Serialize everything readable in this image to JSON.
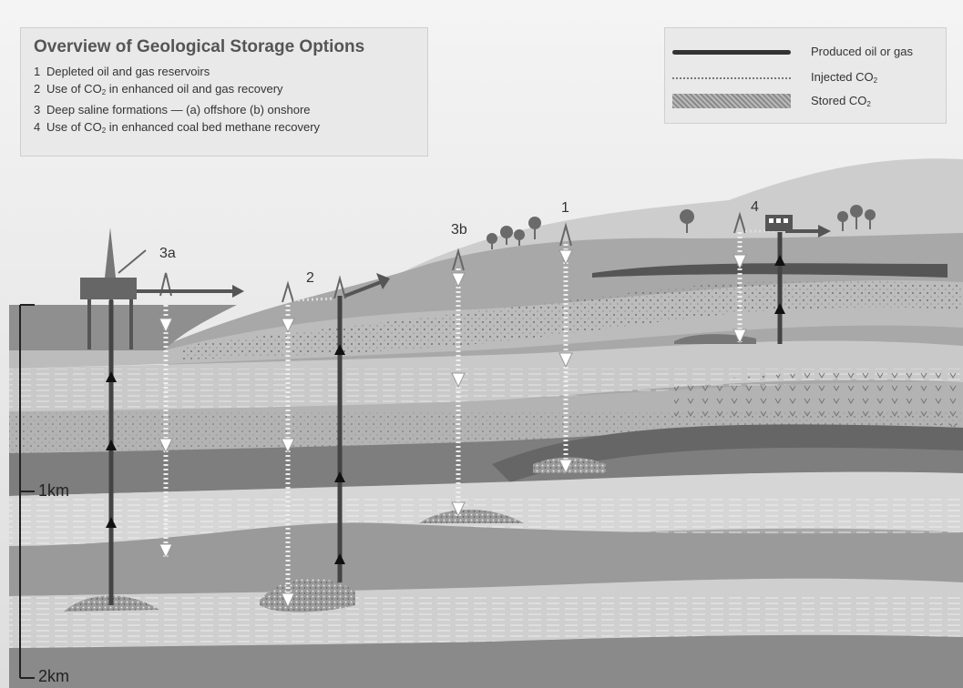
{
  "title": "Overview of Geological Storage Options",
  "options": [
    {
      "num": "1",
      "pre": "Depleted oil and gas reservoirs",
      "sub": "",
      "post": ""
    },
    {
      "num": "2",
      "pre": "Use of CO",
      "sub": "2",
      "post": " in enhanced oil and gas recovery"
    },
    {
      "num": "3",
      "pre": "Deep saline formations — (a) offshore (b) onshore",
      "sub": "",
      "post": ""
    },
    {
      "num": "4",
      "pre": "Use of CO",
      "sub": "2",
      "post": " in enhanced coal bed methane recovery"
    }
  ],
  "legend": [
    {
      "kind": "oil",
      "pre": "Produced oil or gas",
      "sub": "",
      "post": ""
    },
    {
      "kind": "inj",
      "pre": "Injected CO",
      "sub": "2",
      "post": ""
    },
    {
      "kind": "sto",
      "pre": "Stored CO",
      "sub": "2",
      "post": ""
    }
  ],
  "site_labels": {
    "s3a": "3a",
    "s2": "2",
    "s3b": "3b",
    "s1": "1",
    "s4": "4"
  },
  "scale": {
    "km1": "1km",
    "km2": "2km"
  },
  "colors": {
    "sky": "#ededed",
    "hill_far": "#cfcfcf",
    "hill_near": "#bdbdbd",
    "sea": "#8c8c8c",
    "rock_dark": "#7d7d7d",
    "rock_mid": "#a9a9a9",
    "rock_light": "#d2d2d2"
  }
}
